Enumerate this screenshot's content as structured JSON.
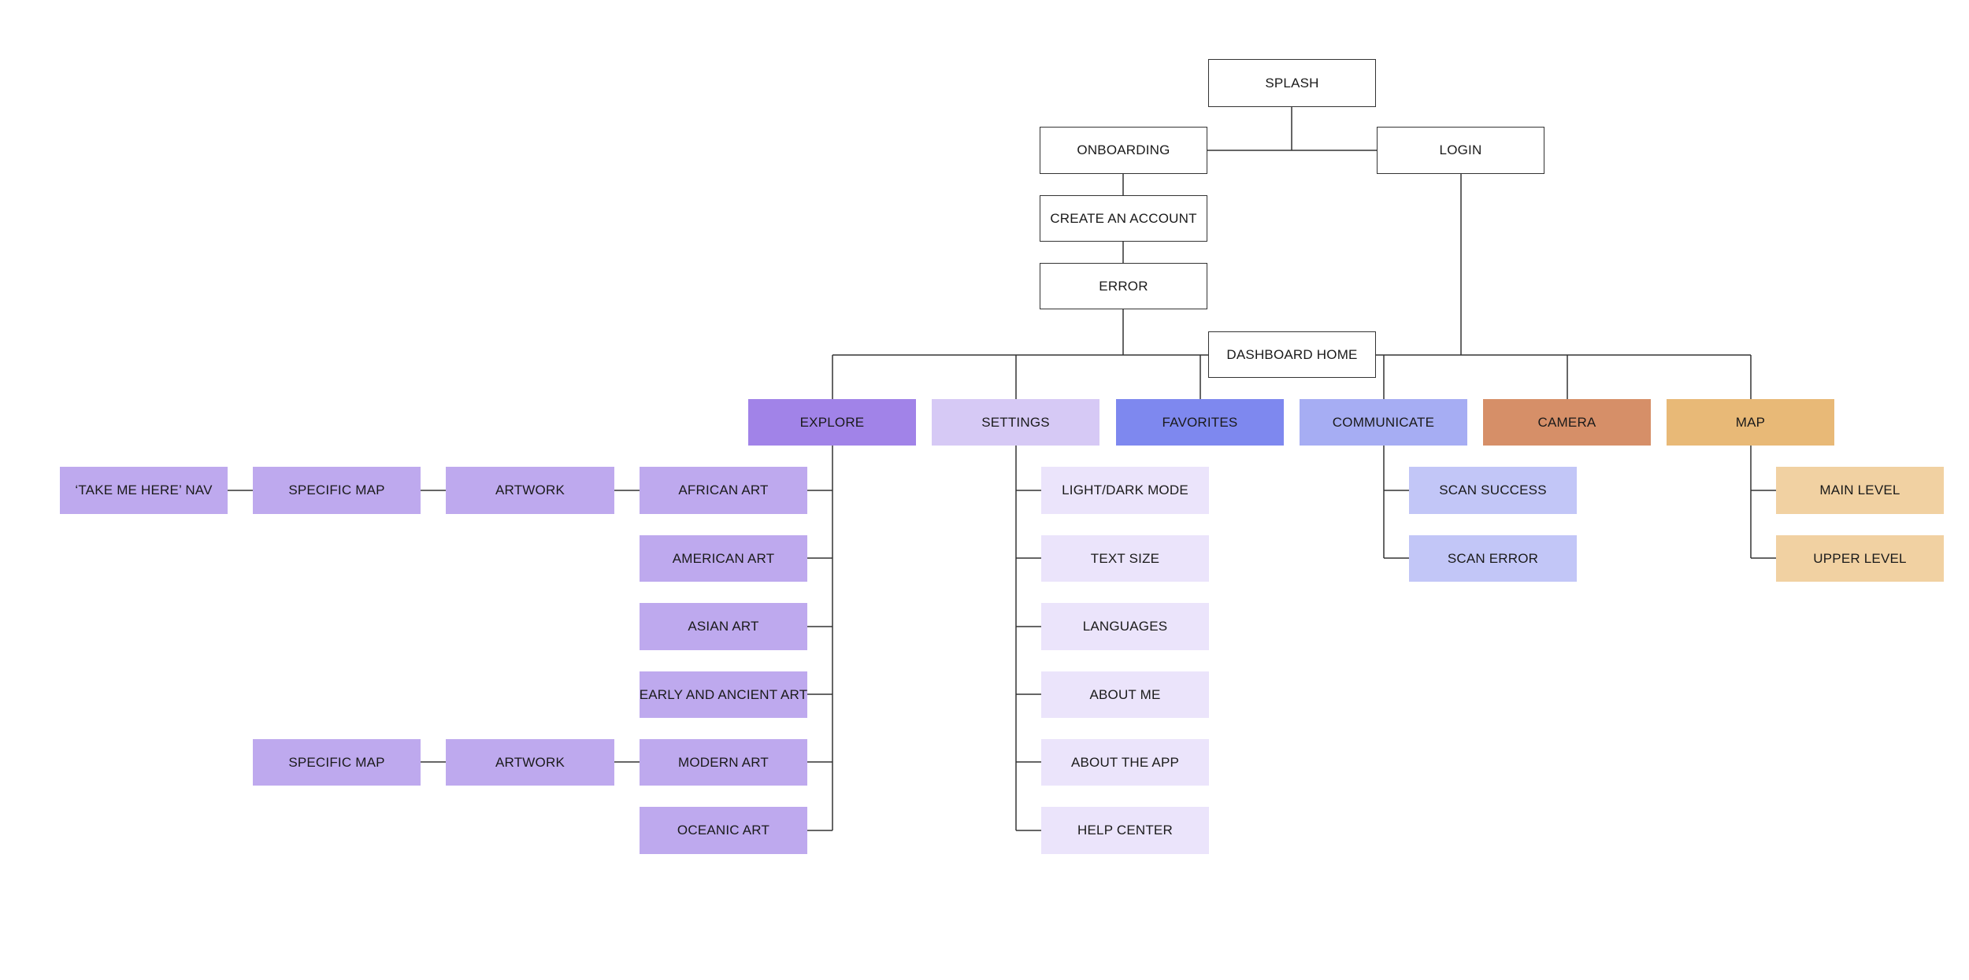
{
  "colors": {
    "outline": "#333333",
    "line": "#333333",
    "explore": "#a183e8",
    "explore_child": "#bea9ee",
    "settings": "#d6c9f5",
    "settings_child": "#ebe4fb",
    "favorites": "#7e88ef",
    "communicate": "#a6adf3",
    "communicate_child": "#c2c6f7",
    "camera": "#d68f68",
    "map": "#e8b977",
    "map_child": "#f1d1a2"
  },
  "nodes": {
    "splash": "SPLASH",
    "onboarding": "ONBOARDING",
    "login": "LOGIN",
    "create_account": "CREATE AN ACCOUNT",
    "error": "ERROR",
    "dashboard_home": "DASHBOARD HOME",
    "explore": "EXPLORE",
    "settings": "SETTINGS",
    "favorites": "FAVORITES",
    "communicate": "COMMUNICATE",
    "camera": "CAMERA",
    "map": "MAP",
    "take_me_here_nav": "‘TAKE ME HERE’ NAV",
    "specific_map_1": "SPECIFIC MAP",
    "artwork_1": "ARTWORK",
    "african_art": "AFRICAN ART",
    "american_art": "AMERICAN ART",
    "asian_art": "ASIAN ART",
    "early_ancient_art": "EARLY AND ANCIENT ART",
    "specific_map_2": "SPECIFIC MAP",
    "artwork_2": "ARTWORK",
    "modern_art": "MODERN ART",
    "oceanic_art": "OCEANIC ART",
    "light_dark_mode": "LIGHT/DARK MODE",
    "text_size": "TEXT SIZE",
    "languages": "LANGUAGES",
    "about_me": "ABOUT ME",
    "about_the_app": "ABOUT THE APP",
    "help_center": "HELP CENTER",
    "scan_success": "SCAN SUCCESS",
    "scan_error": "SCAN ERROR",
    "main_level": "MAIN LEVEL",
    "upper_level": "UPPER LEVEL"
  }
}
